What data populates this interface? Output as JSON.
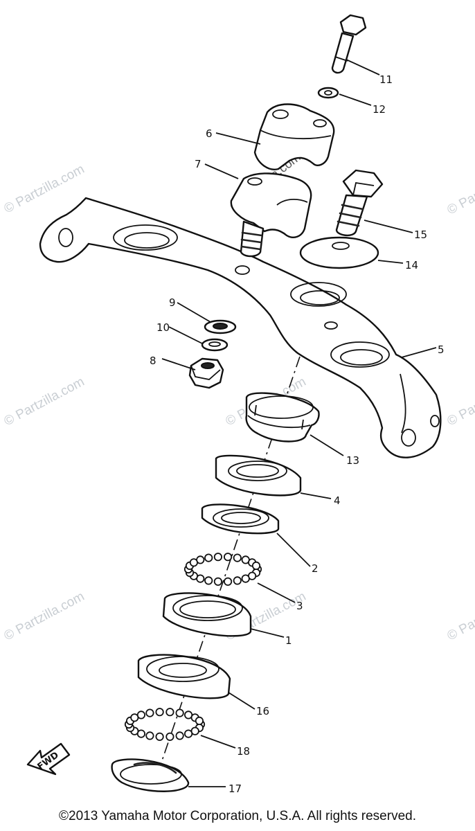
{
  "diagram": {
    "callouts": {
      "c1": "1",
      "c2": "2",
      "c3": "3",
      "c4": "4",
      "c5": "5",
      "c6": "6",
      "c7": "7",
      "c8": "8",
      "c9": "9",
      "c10": "10",
      "c11": "11",
      "c12": "12",
      "c13": "13",
      "c14": "14",
      "c15": "15",
      "c16": "16",
      "c17": "17",
      "c18": "18"
    },
    "fwd_label": "FWD",
    "watermark": "© Partzilla.com",
    "watermark_center": "© PartZilla.com"
  },
  "copyright": "©2013 Yamaha Motor Corporation, U.S.A. All rights reserved."
}
